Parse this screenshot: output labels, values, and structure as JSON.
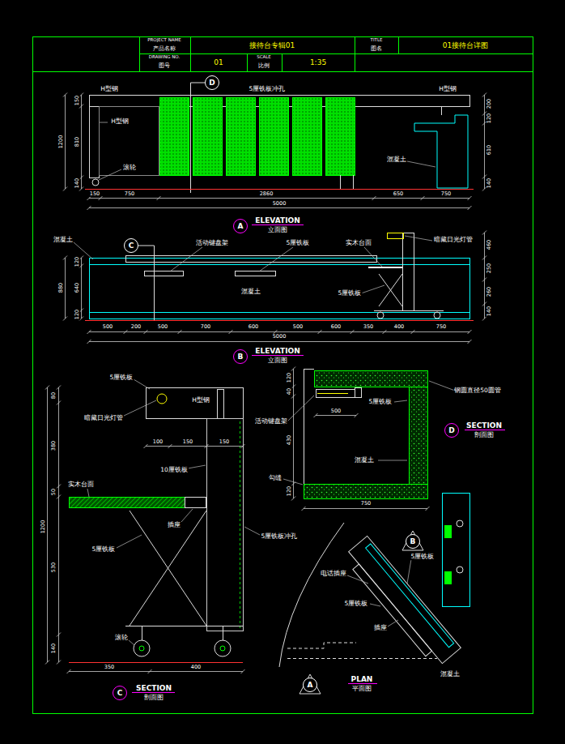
{
  "diagram": {
    "nodes": [
      {
        "text": [
          "D"
        ]
      },
      {
        "text": [
          "A"
        ]
      },
      {
        "text": [
          "C"
        ]
      },
      {
        "text": [
          "B"
        ]
      },
      {
        "text": [
          "D"
        ]
      },
      {
        "text": [
          "B"
        ]
      },
      {
        "text": [
          "A"
        ]
      },
      {
        "text": [
          "C"
        ]
      }
    ],
    "labels": [
      "PROJECT NAME",
      "产品名称",
      "接待台专辑01",
      "DRAWING NO.",
      "图号",
      "01",
      "SCALE",
      "比例",
      "1:35",
      "TITLE",
      "图名",
      "01接待台详图",
      "H型钢",
      "5厘铁板冲孔",
      "H型钢",
      "H型钢",
      "滚轮",
      "混凝土",
      "150",
      "810",
      "140",
      "1200",
      "200",
      "120",
      "610",
      "140",
      "150",
      "750",
      "2860",
      "650",
      "750",
      "5000",
      "ELEVATION",
      "立面图",
      "混凝土",
      "活动键盘架",
      "5厘铁板",
      "实木台面",
      "暗藏日光灯管",
      "混凝土",
      "5厘铁板",
      "120",
      "640",
      "120",
      "880",
      "460",
      "250",
      "260",
      "140",
      "500",
      "200",
      "500",
      "700",
      "600",
      "500",
      "600",
      "350",
      "400",
      "750",
      "5000",
      "ELEVATION",
      "立面图",
      "5厘铁板",
      "H型钢",
      "暗藏日光灯管",
      "100",
      "150",
      "150",
      "10厘铁板",
      "实木台面",
      "插座",
      "5厘铁板",
      "5厘铁板冲孔",
      "滚轮",
      "80",
      "380",
      "50",
      "530",
      "140",
      "1200",
      "350",
      "400",
      "SECTION",
      "剖面图",
      "120",
      "40",
      "430",
      "120",
      "5厘铁板",
      "钢圆直径50圆管",
      "活动键盘架",
      "500",
      "混凝土",
      "勾缝",
      "750",
      "SECTION",
      "剖面图",
      "5厘铁板",
      "电话插座",
      "5厘铁板",
      "插座",
      "混凝土",
      "PLAN",
      "平面图"
    ]
  }
}
